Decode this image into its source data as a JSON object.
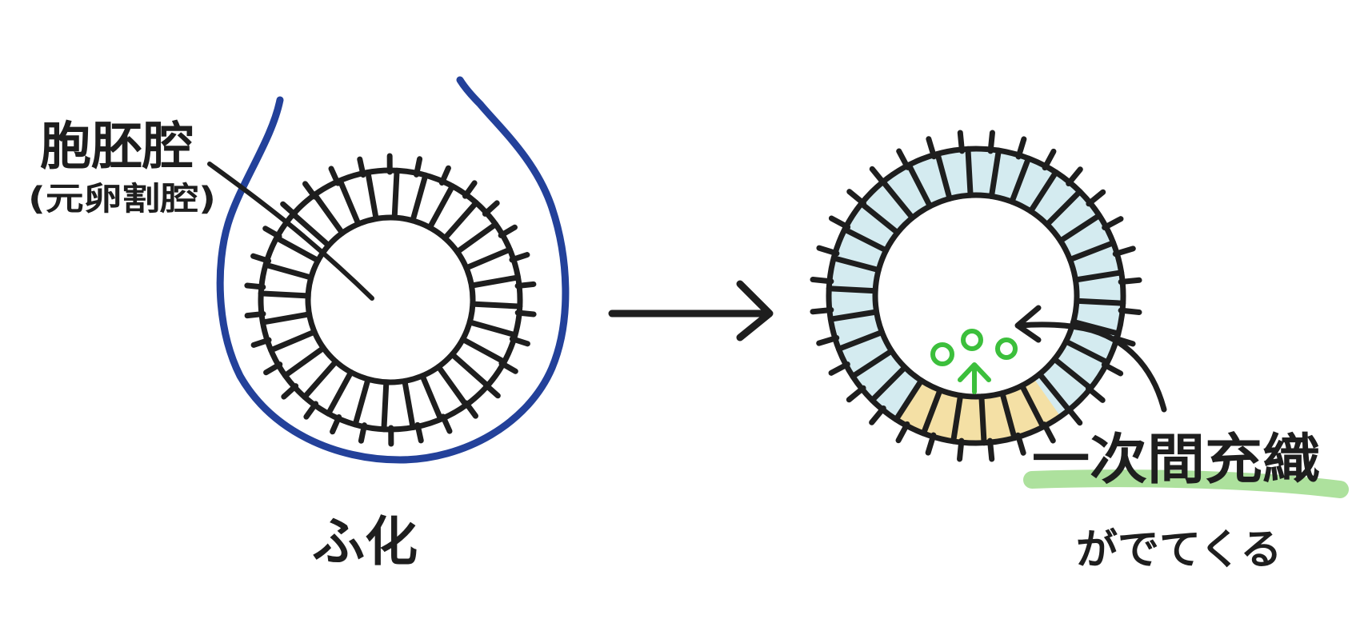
{
  "labels": {
    "blastocoel": "胞胚腔",
    "blastocoel_alt": "(元卵割腔)",
    "hatching": "ふ化",
    "primary_mesenchyme": "一次間充織",
    "appears": "がでてくる"
  },
  "colors": {
    "ink": "#1e1e1e",
    "fertilization_membrane": "#23419a",
    "cell_fill": "#cfe9ee",
    "vegetal_fill": "#f6dfa0",
    "mesenchyme": "#3cbf3c",
    "highlight": "#9fdc8c"
  },
  "icons": {
    "transition_arrow": "right-arrow-icon",
    "pointer_arrow": "curved-arrow-icon"
  }
}
